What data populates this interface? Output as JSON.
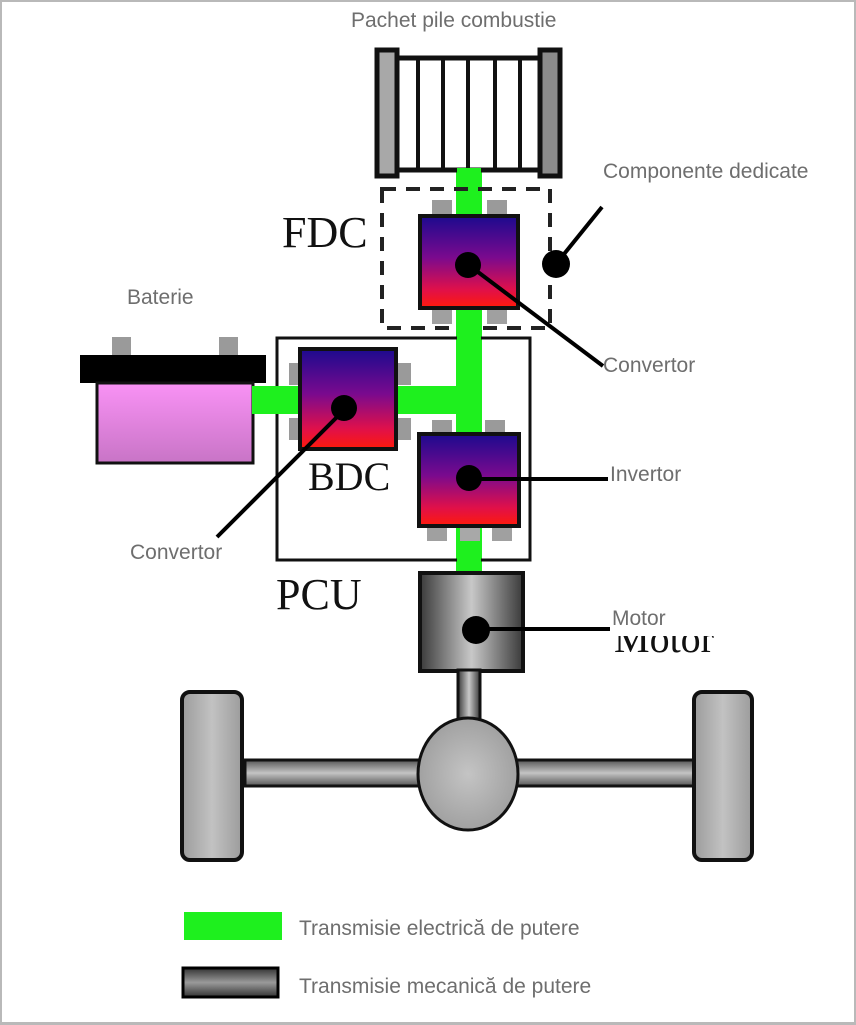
{
  "diagram": {
    "labels": {
      "fuel_cell_stack": "Pachet pile combustie",
      "dedicated_components": "Componente dedicate",
      "battery": "Baterie",
      "converter_fdc": "Convertor",
      "converter_bdc": "Convertor",
      "inverter": "Invertor",
      "motor": "Motor",
      "fdc": "FDC",
      "bdc": "BDC",
      "pcu": "PCU",
      "motor_ghost": "Motor"
    },
    "legend": [
      {
        "label": "Transmisie electrică de putere",
        "color": "#1ef01e",
        "kind": "electric"
      },
      {
        "label": "Transmisie mecanică de putere",
        "color": "#8a8a8a",
        "kind": "mechanical"
      }
    ],
    "colors": {
      "electric_path": "#1ef01e",
      "module_top": "#1e0a8c",
      "module_bottom": "#ff1010",
      "battery_fill": "#f48cf0",
      "mechanical": "#9a9a9a"
    }
  }
}
